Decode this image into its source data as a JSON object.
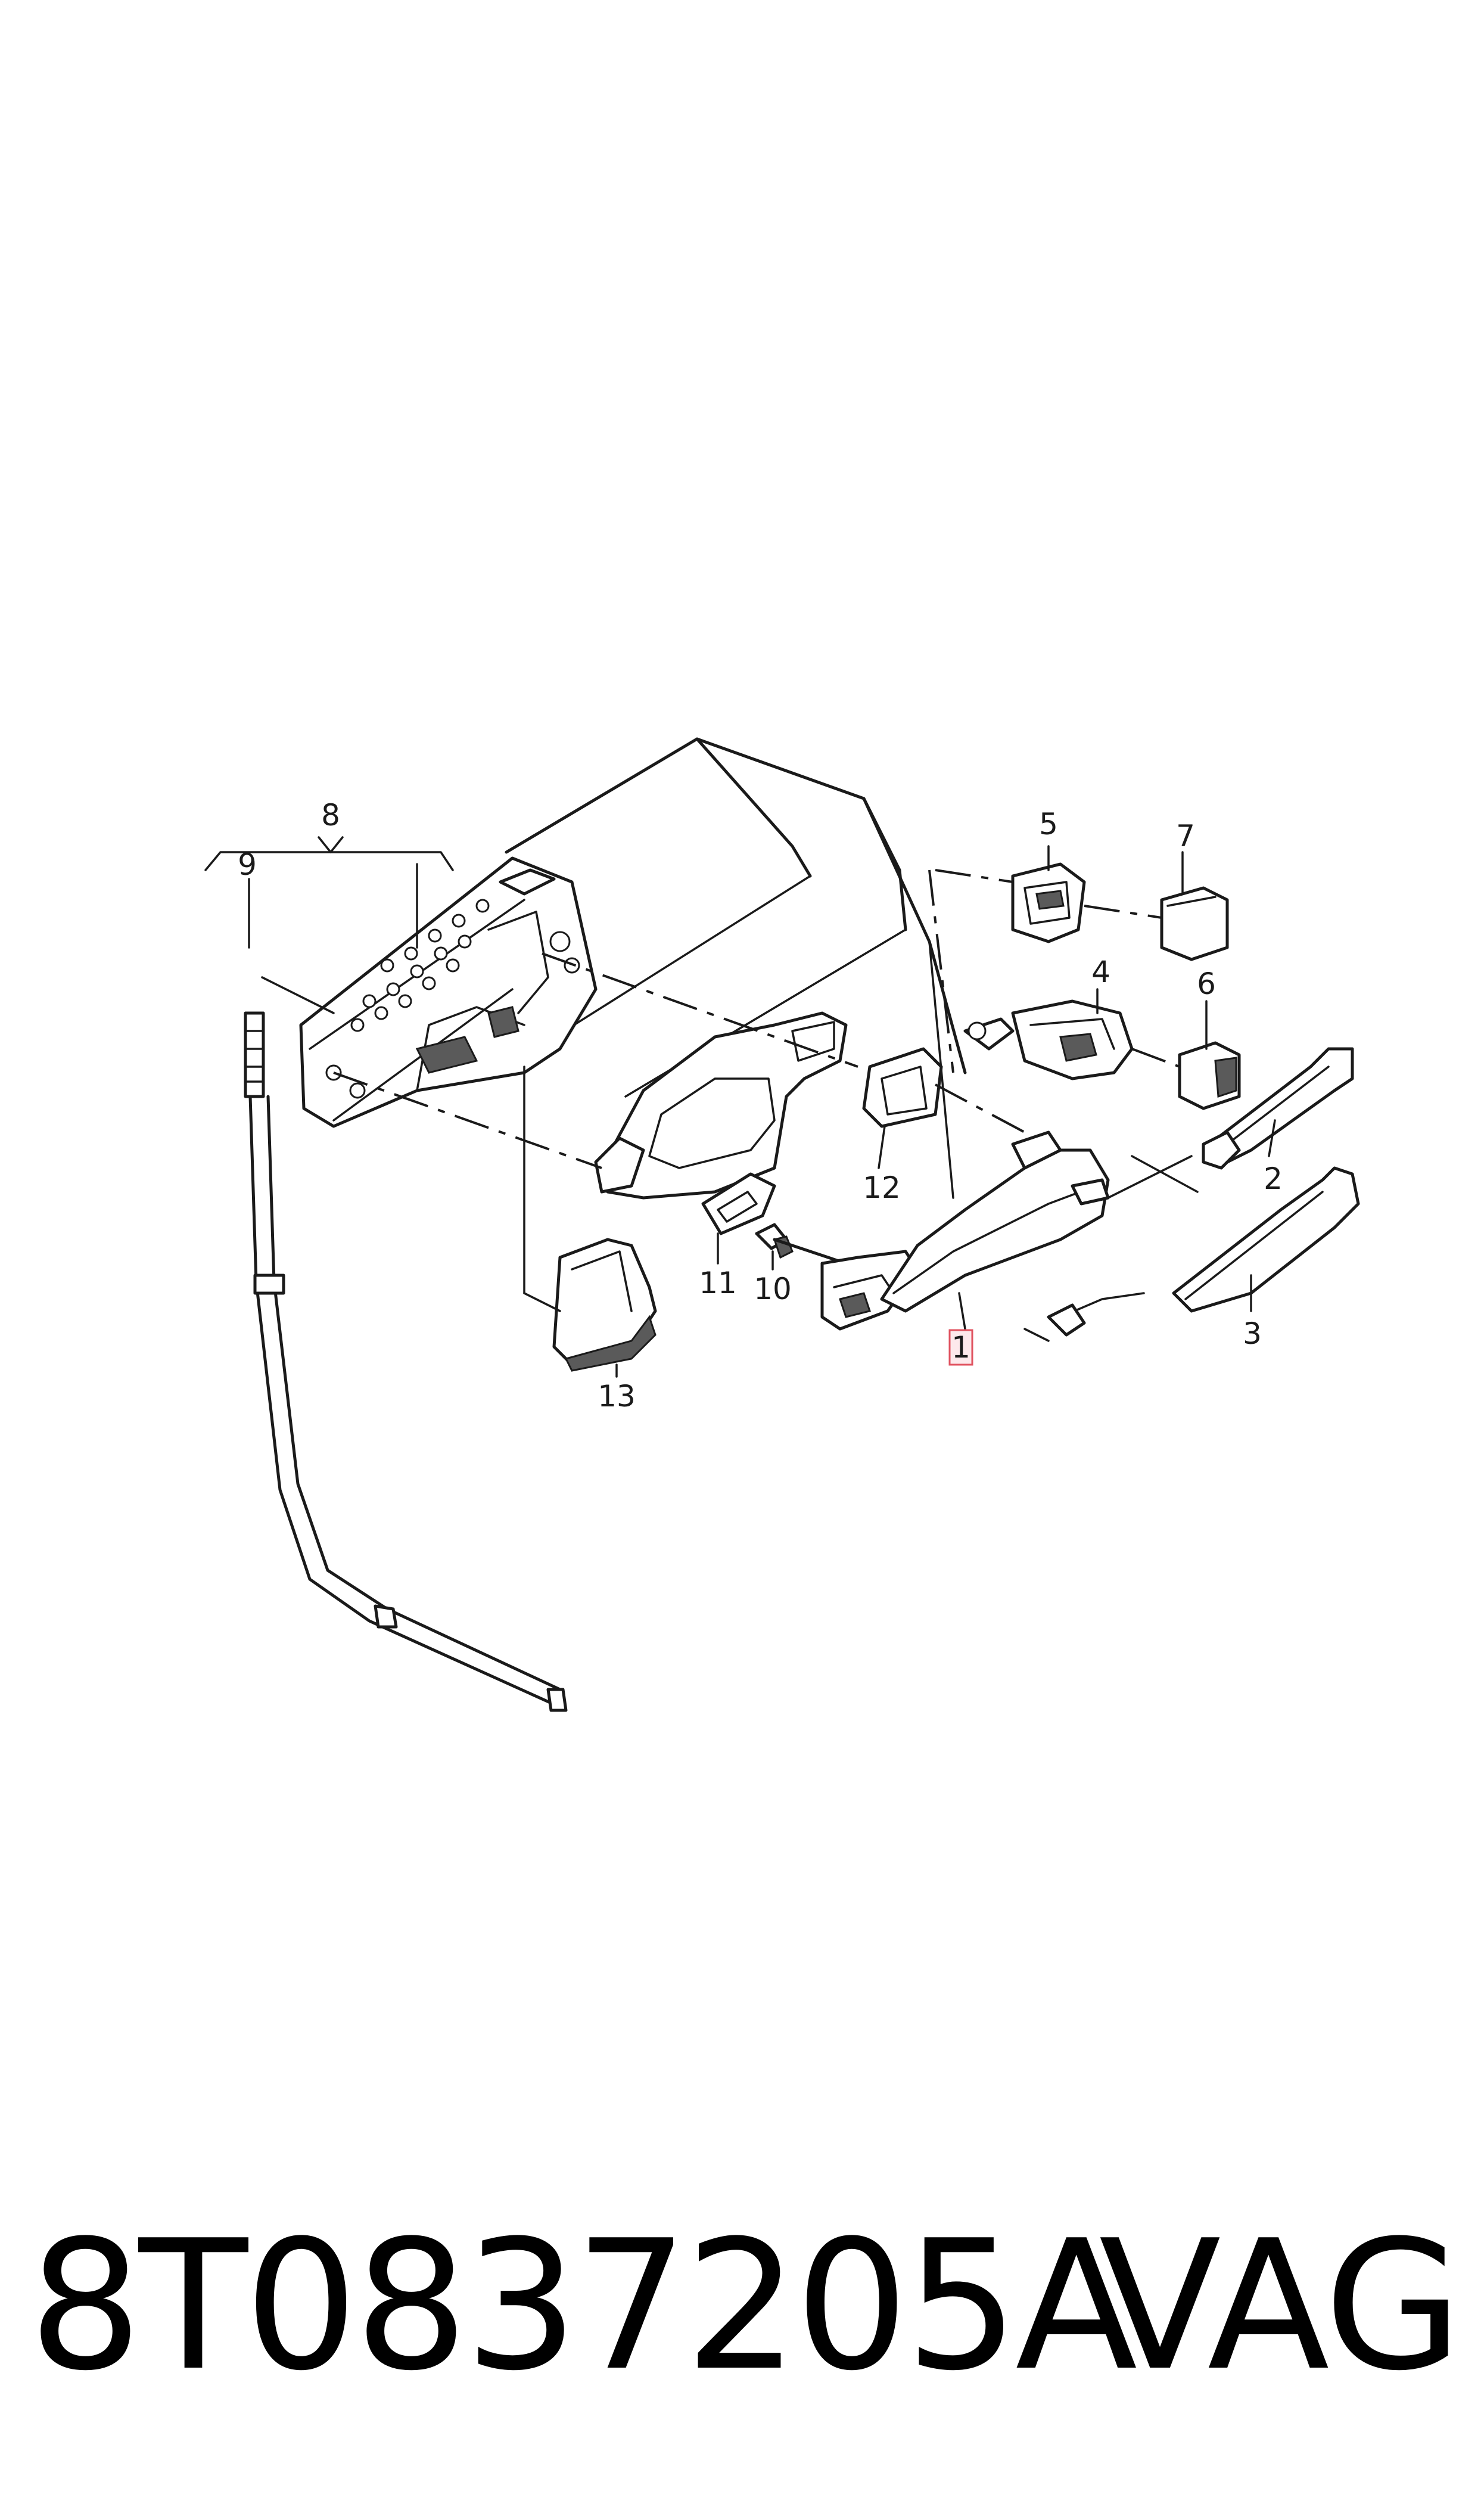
{
  "callouts": {
    "c1": "1",
    "c2": "2",
    "c3": "3",
    "c4": "4",
    "c5": "5",
    "c6": "6",
    "c7": "7",
    "c8": "8",
    "c9": "9",
    "c10": "10",
    "c11": "11",
    "c12": "12",
    "c13": "13"
  },
  "highlighted_callout": "1",
  "footer": {
    "part_number": "8T0837205A",
    "brand": "VAG"
  },
  "colors": {
    "line": "#1a1a1a",
    "highlight_fill": "#fde9ec",
    "highlight_stroke": "#e0525f"
  }
}
